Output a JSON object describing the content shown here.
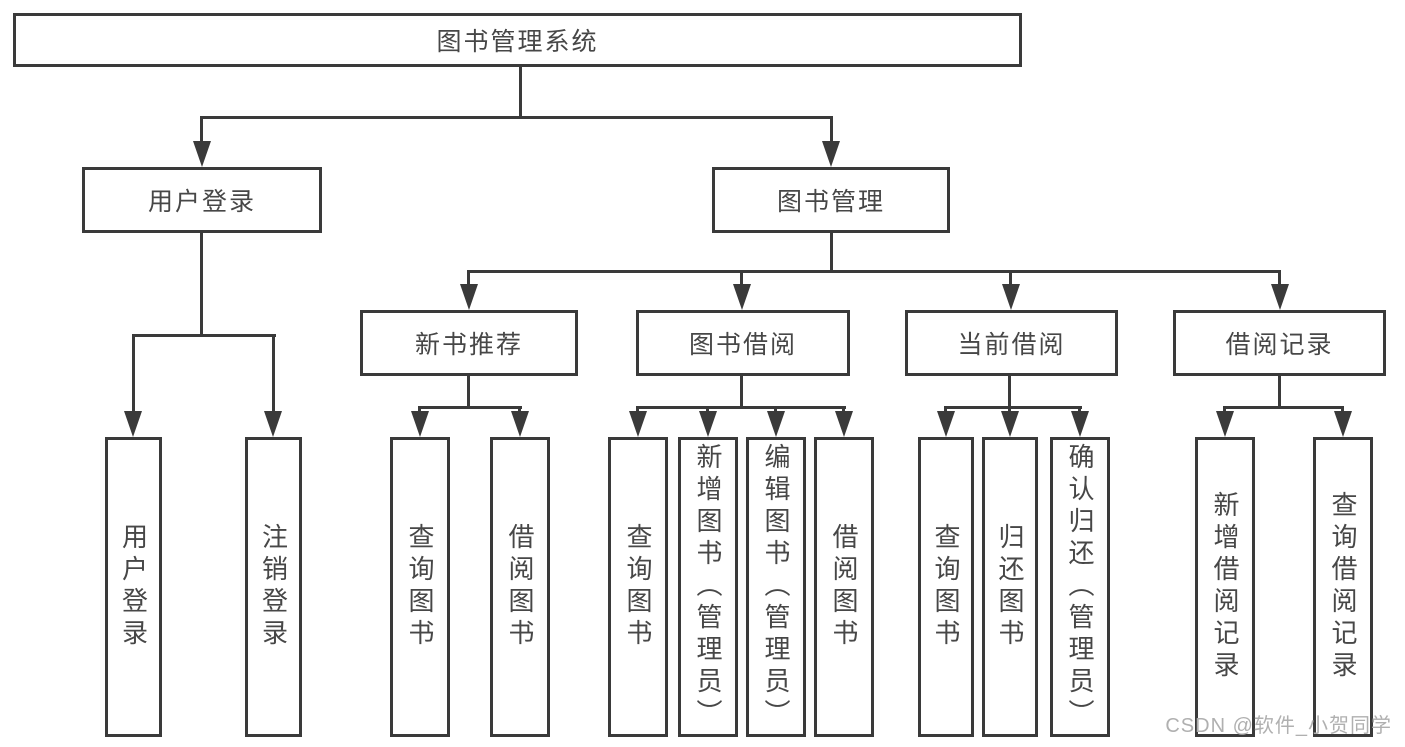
{
  "colors": {
    "border": "#3a3a3a",
    "text": "#474747",
    "watermark": "#b0b0b0",
    "bg": "#ffffff"
  },
  "watermark": "CSDN @软件_小贺同学",
  "diagram": {
    "root": "图书管理系统",
    "level2": {
      "login": "用户登录",
      "manage": "图书管理"
    },
    "level3": {
      "newbook": "新书推荐",
      "borrow": "图书借阅",
      "current": "当前借阅",
      "records": "借阅记录"
    },
    "leaves": {
      "login": [
        "用户登录",
        "注销登录"
      ],
      "newbook": [
        "查询图书",
        "借阅图书"
      ],
      "borrow": [
        "查询图书",
        "新增图书（管理员）",
        "编辑图书（管理员）",
        "借阅图书"
      ],
      "current": [
        "查询图书",
        "归还图书",
        "确认归还（管理员）"
      ],
      "records": [
        "新增借阅记录",
        "查询借阅记录"
      ]
    }
  }
}
